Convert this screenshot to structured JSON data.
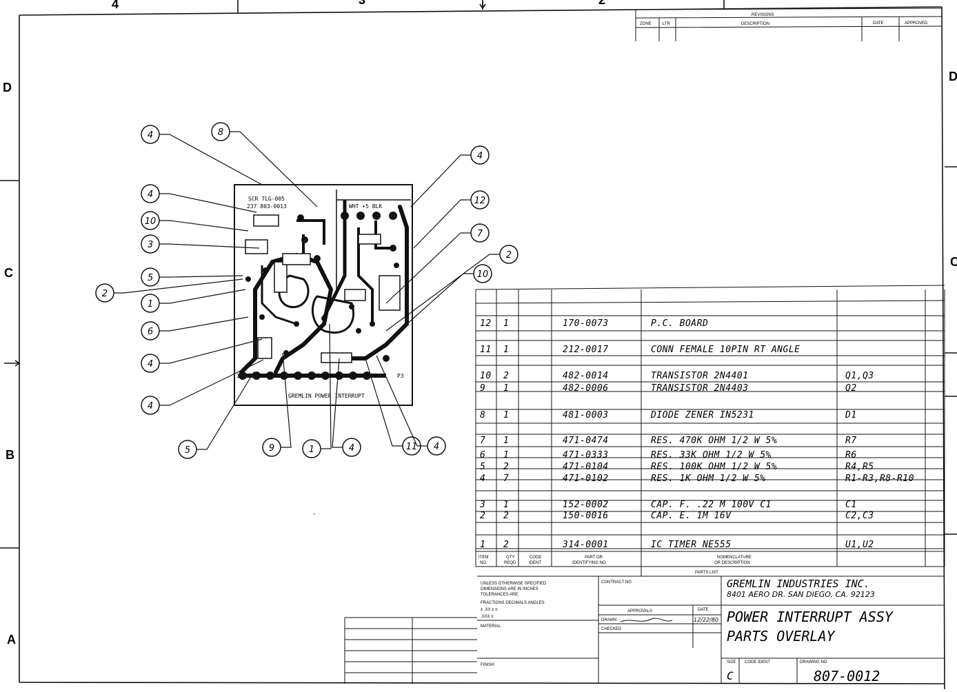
{
  "zones": {
    "top": [
      "4",
      "3",
      "2"
    ],
    "left": [
      "D",
      "C",
      "B",
      "A"
    ],
    "right": [
      "D",
      "C"
    ]
  },
  "revisions": {
    "title": "REVISIONS",
    "headers": [
      "ZONE",
      "LTR",
      "DESCRIPTION",
      "DATE",
      "APPROVED"
    ]
  },
  "board": {
    "silk_top": [
      "SCR 7LG-005",
      "237 803-0013"
    ],
    "silk_right": "WHT  +5  BLK",
    "silk_bottom": "GREMLIN  POWER INTERRUPT",
    "silk_p3": "P3",
    "silk_1": "1"
  },
  "callouts": [
    "4",
    "8",
    "4",
    "10",
    "3",
    "5",
    "2",
    "1",
    "6",
    "4",
    "4",
    "5",
    "9",
    "1",
    "4",
    "11",
    "4",
    "4",
    "12",
    "7",
    "2",
    "10"
  ],
  "parts_list": {
    "title": "PARTS LIST",
    "headers": {
      "item": [
        "ITEM",
        "NO."
      ],
      "qty": [
        "QTY",
        "REQD"
      ],
      "code": [
        "CODE",
        "IDENT"
      ],
      "part": [
        "PART OR",
        "IDENTIFYING NO"
      ],
      "nom": [
        "NOMENCLATURE",
        "OR DESCRIPTION"
      ]
    },
    "rows": [
      {
        "item": "12",
        "qty": "1",
        "part": "170-0073",
        "desc": "P.C. BOARD",
        "ref": ""
      },
      {
        "item": "11",
        "qty": "1",
        "part": "212-0017",
        "desc": "CONN FEMALE 10PIN RT ANGLE",
        "ref": ""
      },
      {
        "item": "10",
        "qty": "2",
        "part": "482-0014",
        "desc": "TRANSISTOR  2N4401",
        "ref": "Q1,Q3"
      },
      {
        "item": "9",
        "qty": "1",
        "part": "482-0006",
        "desc": "TRANSISTOR  2N4403",
        "ref": "Q2"
      },
      {
        "item": "8",
        "qty": "1",
        "part": "481-0003",
        "desc": "DIODE  ZENER  IN5231",
        "ref": "D1"
      },
      {
        "item": "7",
        "qty": "1",
        "part": "471-0474",
        "desc": "RES.  470K OHM  1/2 W  5%",
        "ref": "R7"
      },
      {
        "item": "6",
        "qty": "1",
        "part": "471-0333",
        "desc": "RES.  33K  OHM  1/2 W  5%",
        "ref": "R6"
      },
      {
        "item": "5",
        "qty": "2",
        "part": "471-0104",
        "desc": "RES.  100K OHM  1/2 W  5%",
        "ref": "R4,R5"
      },
      {
        "item": "4",
        "qty": "7",
        "part": "471-0102",
        "desc": "RES.  1K  OHM  1/2 W  5%",
        "ref": "R1-R3,R8-R10"
      },
      {
        "item": "3",
        "qty": "1",
        "part": "152-0002",
        "desc": "CAP. F.  .22 M 100V  C1",
        "ref": "C1"
      },
      {
        "item": "2",
        "qty": "2",
        "part": "150-0016",
        "desc": "CAP. E.  1M  16V",
        "ref": "C2,C3"
      },
      {
        "item": "1",
        "qty": "2",
        "part": "314-0001",
        "desc": "IC  TIMER  NE555",
        "ref": "U1,U2"
      }
    ]
  },
  "title_block": {
    "tolerances": [
      "UNLESS OTHERWISE SPECIFIED",
      "DIMENSIONS ARE IN INCHES",
      "TOLERANCES ARE:",
      "FRACTIONS   DECIMALS    ANGLES",
      "  ±          .XX  ±        ±",
      "             .XXX ±"
    ],
    "material": "MATERIAL",
    "finish": "FINISH",
    "contract": "CONTRACT NO",
    "approvals": "APPROVALS",
    "date": "DATE",
    "drawn": "DRAWN",
    "checked": "CHECKED",
    "drawn_date": "12/22/80",
    "company": "GREMLIN INDUSTRIES INC.",
    "address": "8401 AERO DR. SAN DIEGO, CA. 92123",
    "title1": "POWER INTERRUPT ASSY",
    "title2": "PARTS OVERLAY",
    "size_label": "SIZE",
    "size": "C",
    "code_ident": "CODE IDENT",
    "dwg_label": "DRAWING NO",
    "drawing_no": "807-0012"
  }
}
